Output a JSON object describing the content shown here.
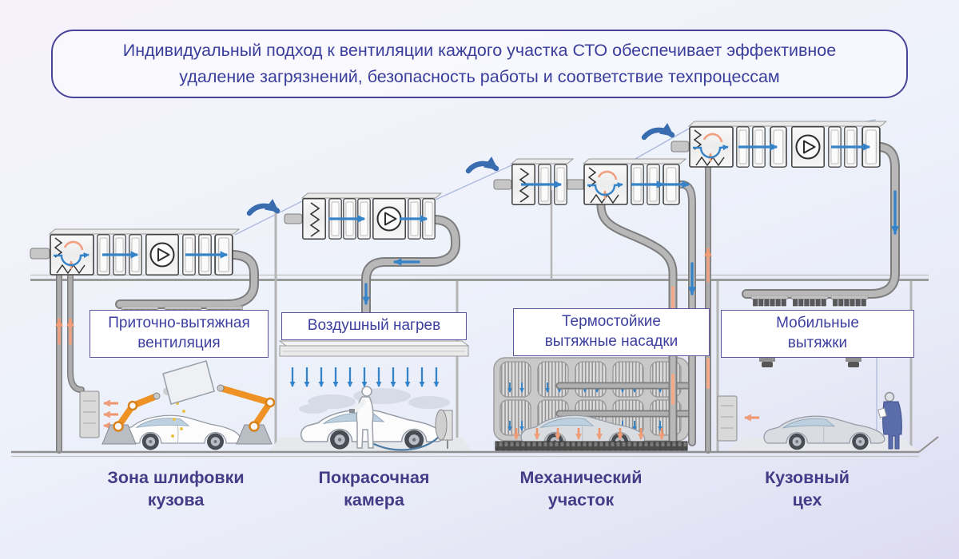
{
  "header": {
    "text": "Индивидуальный подход к вентиляции каждого участка СТО обеспечивает эффективное\nудаление загрязнений, безопасность работы и соответствие техпроцессам"
  },
  "zones": [
    {
      "callout": "Приточно-вытяжная\nвентиляция",
      "title": "Зона шлифовки\nкузова"
    },
    {
      "callout": "Воздушный нагрев",
      "title": "Покрасочная\nкамера"
    },
    {
      "callout": "Термостойкие\nвытяжные насадки",
      "title": "Механический\nучасток"
    },
    {
      "callout": "Мобильные\nвытяжки",
      "title": "Кузовный\nцех"
    }
  ],
  "colors": {
    "accent_text": "#3c3f9e",
    "title_text": "#453b87",
    "border_purple": "#4a4499",
    "arrow_blue": "#3584c9",
    "swoosh_blue": "#3a6cb0",
    "accent_orange": "#f0a080",
    "robot_orange": "#ef9225",
    "duct_gray": "#b8b8b8"
  }
}
